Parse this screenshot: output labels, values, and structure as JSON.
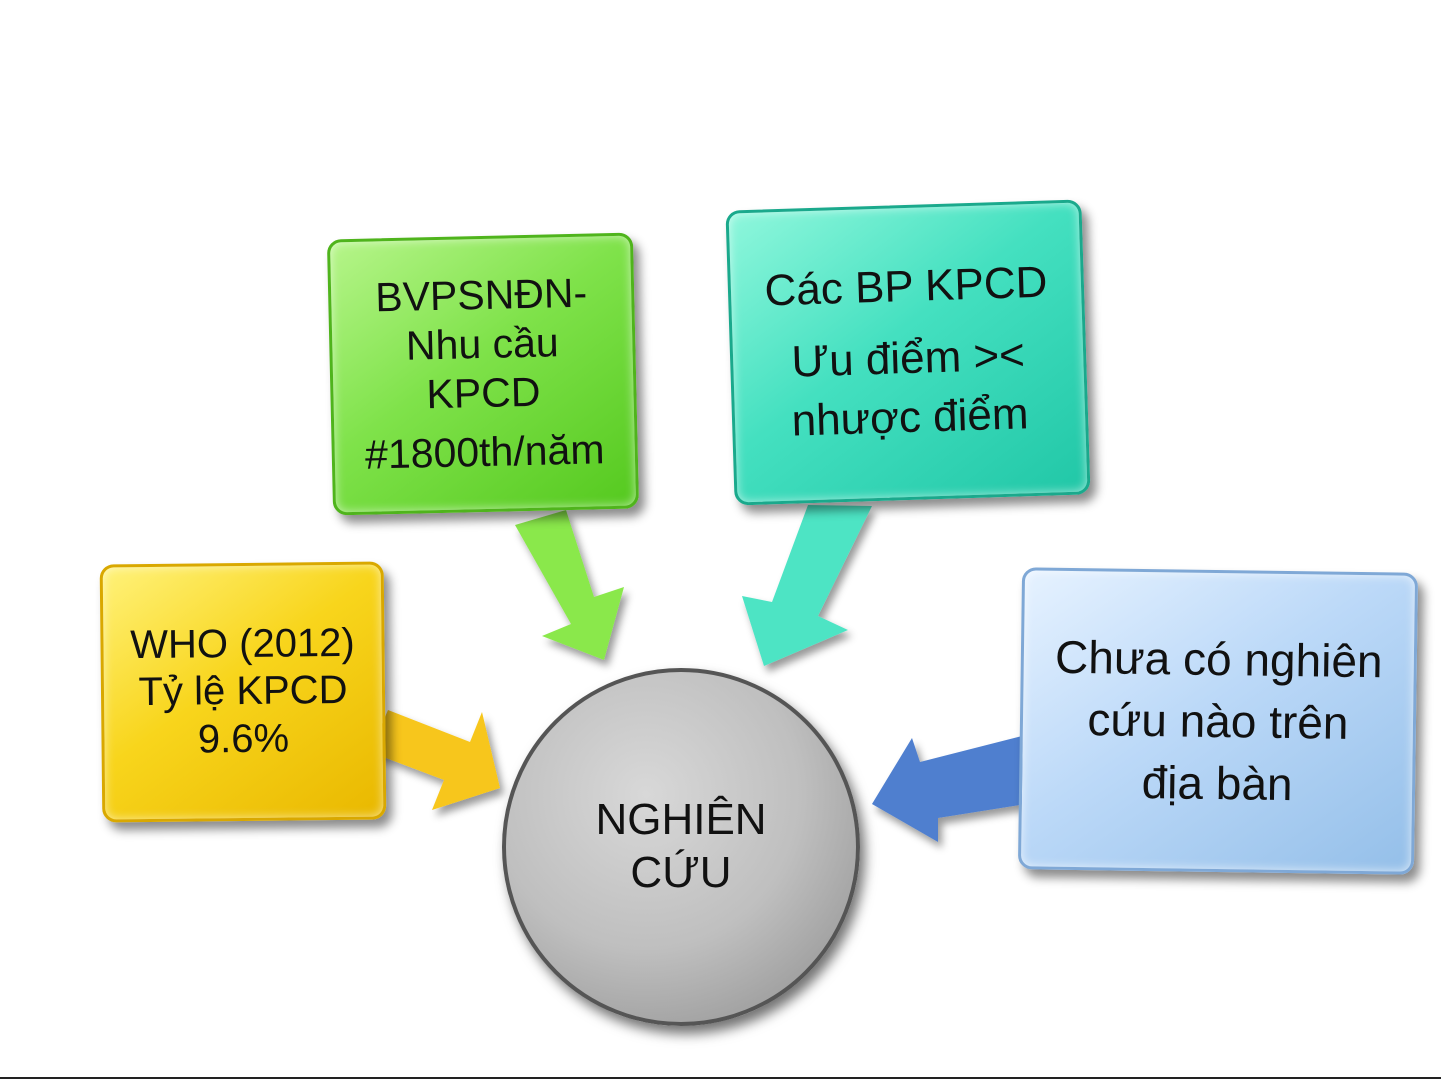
{
  "boxes": {
    "who": {
      "lines": [
        "WHO (2012)",
        "Tỷ lệ KPCD",
        "9.6%"
      ],
      "color": "#f8d51c"
    },
    "hospital": {
      "lines": [
        "BVPSNĐN-",
        "Nhu cầu",
        "KPCD",
        "#1800th/năm"
      ],
      "color": "#7fe24a"
    },
    "methods": {
      "lines": [
        "Các BP KPCD",
        "Ưu điểm ><",
        "nhược điểm"
      ],
      "color": "#44e0c0"
    },
    "no_research": {
      "lines": [
        "Chưa có nghiên",
        "cứu nào trên",
        "địa bàn"
      ],
      "color": "#bcd9f8"
    }
  },
  "center": {
    "lines": [
      "NGHIÊN",
      "CỨU"
    ],
    "color": "#bfbfbf"
  },
  "arrows": {
    "yellow": "#f7c61a",
    "green": "#8ae84c",
    "teal": "#4ee4c4",
    "blue": "#4f7fcf"
  }
}
